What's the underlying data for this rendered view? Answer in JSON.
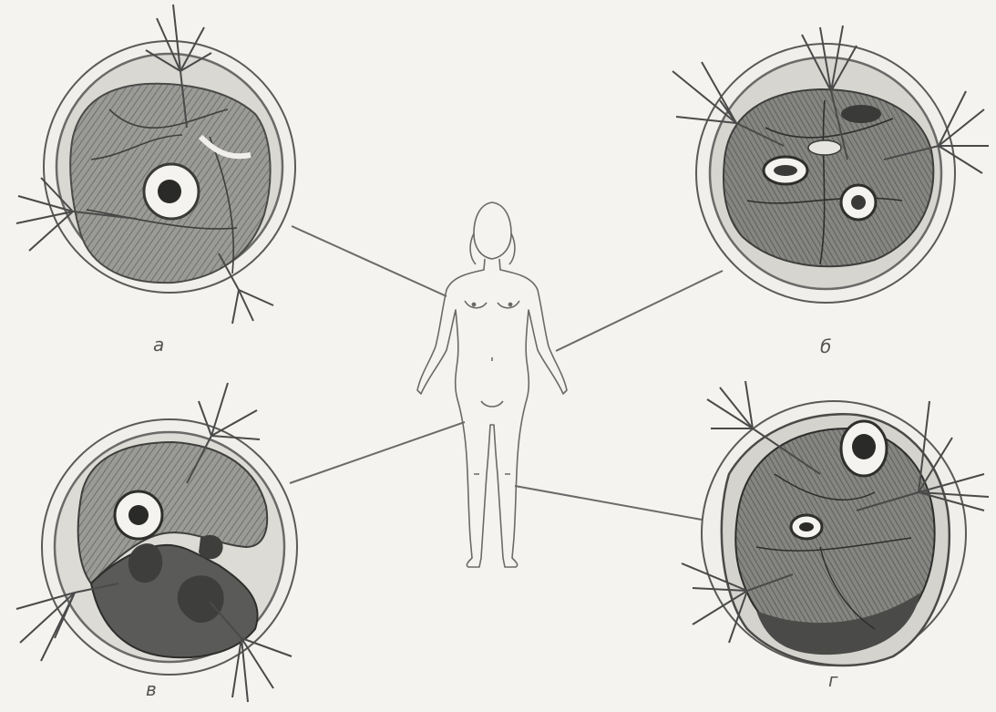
{
  "labels": {
    "a": "а",
    "b": "б",
    "v": "в",
    "g": "г"
  },
  "colors": {
    "background": "#f4f3ef",
    "ink": "#4a4a4a",
    "tissue": "#8c8c8a",
    "dark_tissue": "#5a5a58",
    "bone_marrow": "#2a2a28"
  }
}
